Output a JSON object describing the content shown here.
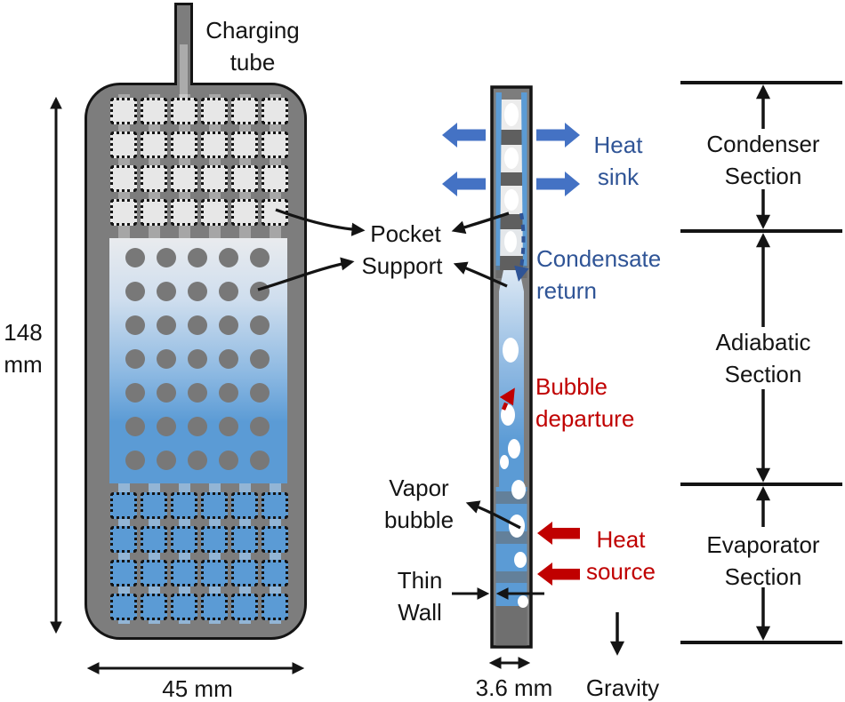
{
  "figure": "Flat heat pipe structure schematic",
  "colors": {
    "shell_gray": "#7d7d7d",
    "support_band_gray": "#5f5f5f",
    "pocket_light_gray": "#e7e7e7",
    "working_fluid_blue": "#5b9bd5",
    "heat_arrow_blue": "#4472c4",
    "label_blue": "#2f5496",
    "label_red": "#c00000",
    "outline_black": "#141414"
  },
  "front_view": {
    "charging_tube_label": "Charging tube",
    "height_label": "148 mm",
    "width_label": "45 mm",
    "pocket_label": "Pocket",
    "support_label": "Support",
    "top_pockets": {
      "rows": 4,
      "cols": 6
    },
    "supports": {
      "rows": 7,
      "cols": 5
    },
    "bottom_pockets": {
      "rows": 4,
      "cols": 6
    }
  },
  "side_view": {
    "heat_sink_label": "Heat sink",
    "condensate_return_label": "Condensate return",
    "bubble_departure_label": "Bubble departure",
    "vapor_bubble_label": "Vapor bubble",
    "thin_wall_label": "Thin Wall",
    "heat_source_label": "Heat source",
    "width_label": "3.6 mm",
    "gravity_label": "Gravity"
  },
  "sections": {
    "condenser": "Condenser Section",
    "adiabatic": "Adiabatic Section",
    "evaporator": "Evaporator Section"
  }
}
